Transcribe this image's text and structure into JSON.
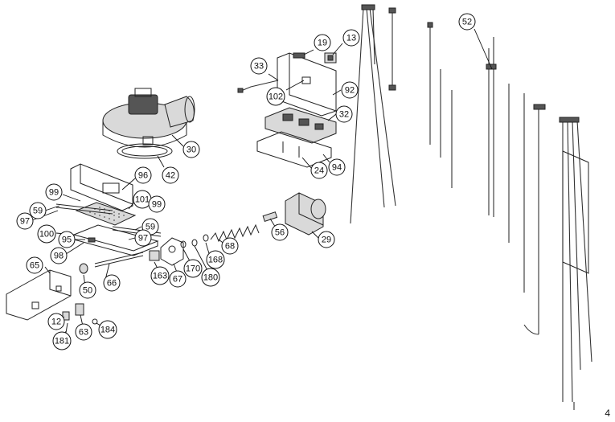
{
  "diagram": {
    "page_number": "4",
    "callouts": [
      {
        "id": "19",
        "label": "19"
      },
      {
        "id": "13",
        "label": "13"
      },
      {
        "id": "52",
        "label": "52"
      },
      {
        "id": "33",
        "label": "33"
      },
      {
        "id": "92",
        "label": "92"
      },
      {
        "id": "102",
        "label": "102"
      },
      {
        "id": "32",
        "label": "32"
      },
      {
        "id": "30",
        "label": "30"
      },
      {
        "id": "42",
        "label": "42"
      },
      {
        "id": "24",
        "label": "24"
      },
      {
        "id": "94",
        "label": "94"
      },
      {
        "id": "96",
        "label": "96"
      },
      {
        "id": "99a",
        "label": "99"
      },
      {
        "id": "59a",
        "label": "59"
      },
      {
        "id": "101",
        "label": "101"
      },
      {
        "id": "99b",
        "label": "99"
      },
      {
        "id": "97a",
        "label": "97"
      },
      {
        "id": "59b",
        "label": "59"
      },
      {
        "id": "100",
        "label": "100"
      },
      {
        "id": "95",
        "label": "95"
      },
      {
        "id": "97b",
        "label": "97"
      },
      {
        "id": "98",
        "label": "98"
      },
      {
        "id": "56",
        "label": "56"
      },
      {
        "id": "29",
        "label": "29"
      },
      {
        "id": "68",
        "label": "68"
      },
      {
        "id": "168",
        "label": "168"
      },
      {
        "id": "65",
        "label": "65"
      },
      {
        "id": "66",
        "label": "66"
      },
      {
        "id": "50",
        "label": "50"
      },
      {
        "id": "170",
        "label": "170"
      },
      {
        "id": "163",
        "label": "163"
      },
      {
        "id": "67",
        "label": "67"
      },
      {
        "id": "180",
        "label": "180"
      },
      {
        "id": "12",
        "label": "12"
      },
      {
        "id": "63",
        "label": "63"
      },
      {
        "id": "184",
        "label": "184"
      },
      {
        "id": "181",
        "label": "181"
      }
    ]
  }
}
